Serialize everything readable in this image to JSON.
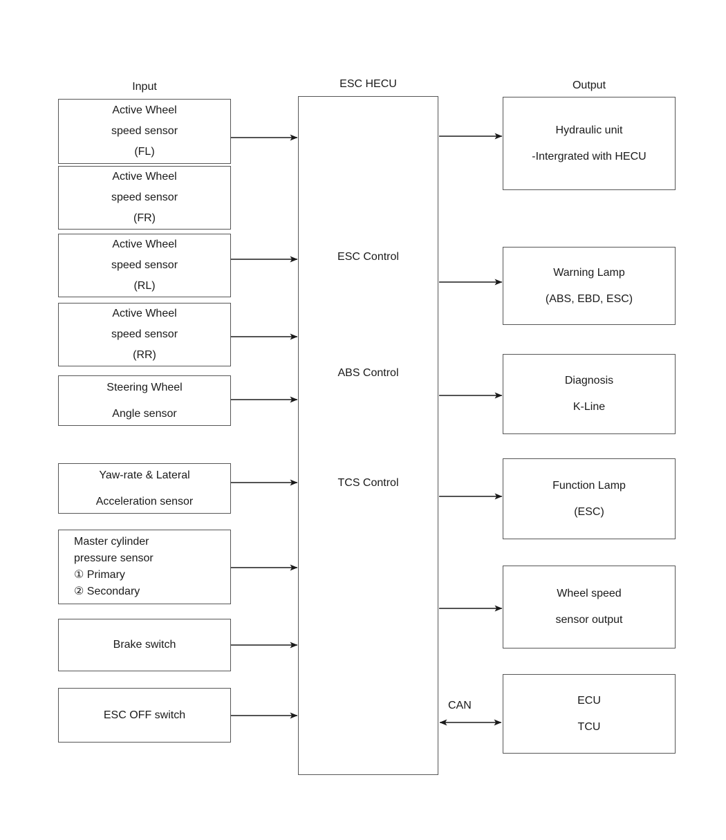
{
  "headers": {
    "input": "Input",
    "hecu": "ESC HECU",
    "output": "Output"
  },
  "hecu": {
    "functions": [
      {
        "label": "ESC Control"
      },
      {
        "label": "ABS Control"
      },
      {
        "label": "TCS Control"
      }
    ]
  },
  "inputs": [
    {
      "lines": [
        "Active Wheel",
        "speed sensor",
        "(FL)"
      ]
    },
    {
      "lines": [
        "Active Wheel",
        "speed sensor",
        "(FR)"
      ]
    },
    {
      "lines": [
        "Active Wheel",
        "speed sensor",
        "(RL)"
      ]
    },
    {
      "lines": [
        "Active Wheel",
        "speed sensor",
        "(RR)"
      ]
    },
    {
      "lines": [
        "Steering Wheel",
        "Angle sensor"
      ]
    },
    {
      "lines": [
        "Yaw-rate & Lateral",
        "Acceleration sensor"
      ]
    },
    {
      "lines": [
        "Master cylinder",
        "pressure sensor",
        "① Primary",
        "② Secondary"
      ]
    },
    {
      "lines": [
        "Brake switch"
      ]
    },
    {
      "lines": [
        "ESC OFF switch"
      ]
    }
  ],
  "outputs": [
    {
      "lines": [
        "Hydraulic unit",
        "-Intergrated with HECU"
      ]
    },
    {
      "lines": [
        "Warning Lamp",
        "(ABS, EBD, ESC)"
      ]
    },
    {
      "lines": [
        "Diagnosis",
        "K-Line"
      ]
    },
    {
      "lines": [
        "Function Lamp",
        "(ESC)"
      ]
    },
    {
      "lines": [
        "Wheel speed",
        "sensor output"
      ]
    },
    {
      "lines": [
        "ECU",
        "TCU"
      ]
    }
  ],
  "connections": {
    "can_label": "CAN"
  },
  "colors": {
    "box_border": "#555555",
    "text": "#1a1a1a",
    "wire": "#1a1a1a",
    "background": "#ffffff"
  }
}
